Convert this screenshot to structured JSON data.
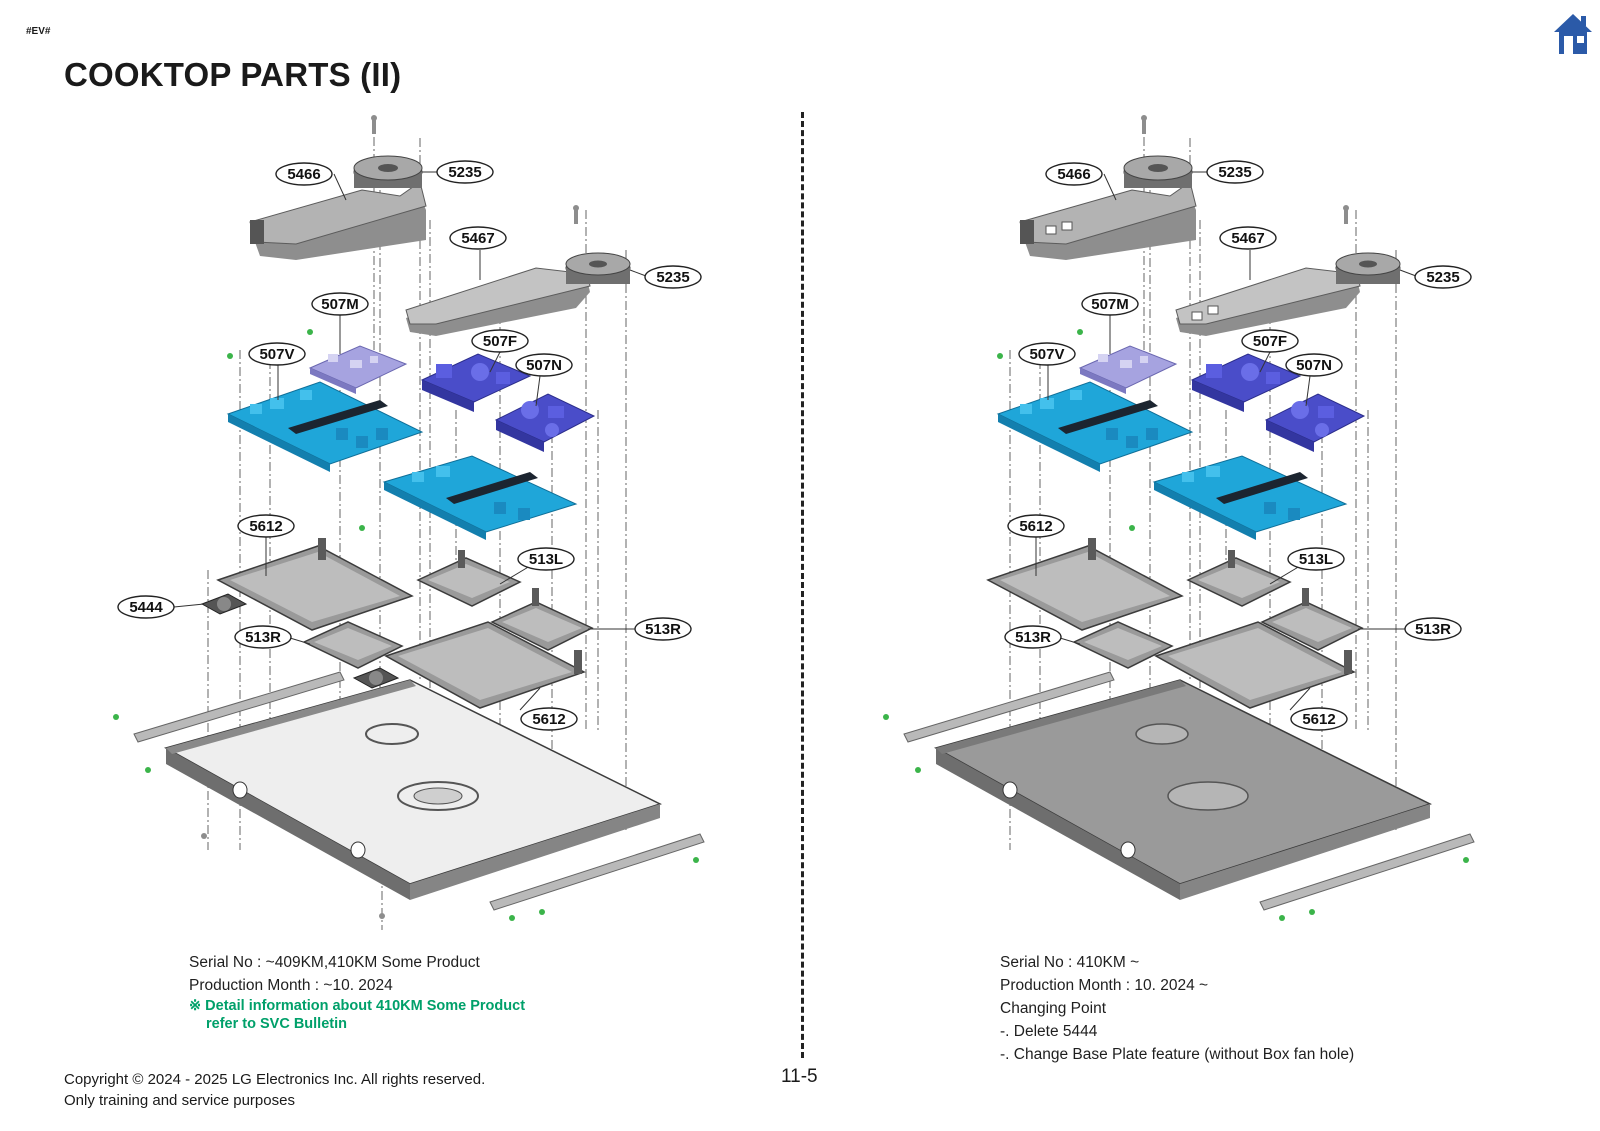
{
  "header": {
    "doc_code": "#EV#",
    "title": "COOKTOP PARTS (II)"
  },
  "icons": {
    "home": "home-icon"
  },
  "colors": {
    "pcb_blue": "#1fa6d9",
    "module_indigo": "#4a4dc9",
    "module_lavender": "#a6a3e0",
    "housing_gray": "#9d9d9d",
    "frame_gray": "#6e6e6e",
    "base_gray": "#8a8a8a",
    "note_green": "#00a06a"
  },
  "diagram_left": {
    "callouts": [
      "5466",
      "5235",
      "5467",
      "5235",
      "507M",
      "507V",
      "507F",
      "507N",
      "5612",
      "513L",
      "5444",
      "513R",
      "513R",
      "5612"
    ]
  },
  "diagram_right": {
    "callouts": [
      "5466",
      "5235",
      "5467",
      "5235",
      "507M",
      "507V",
      "507F",
      "507N",
      "5612",
      "513L",
      "513R",
      "513R",
      "5612"
    ]
  },
  "note_left": {
    "serial": "Serial No : ~409KM,410KM Some Product",
    "production": "Production Month : ~10. 2024",
    "detail_line1": "※ Detail information about 410KM Some Product",
    "detail_line2": "refer to SVC Bulletin"
  },
  "note_right": {
    "serial": "Serial No : 410KM ~",
    "production": "Production Month : 10. 2024 ~",
    "changing_point": "Changing Point",
    "change1": "-. Delete 5444",
    "change2": "-. Change Base Plate feature (without Box fan hole)"
  },
  "footer": {
    "page_number": "11-5",
    "copyright": "Copyright © 2024 - 2025 LG Electronics Inc. All rights reserved.",
    "training": "Only training and service purposes"
  }
}
